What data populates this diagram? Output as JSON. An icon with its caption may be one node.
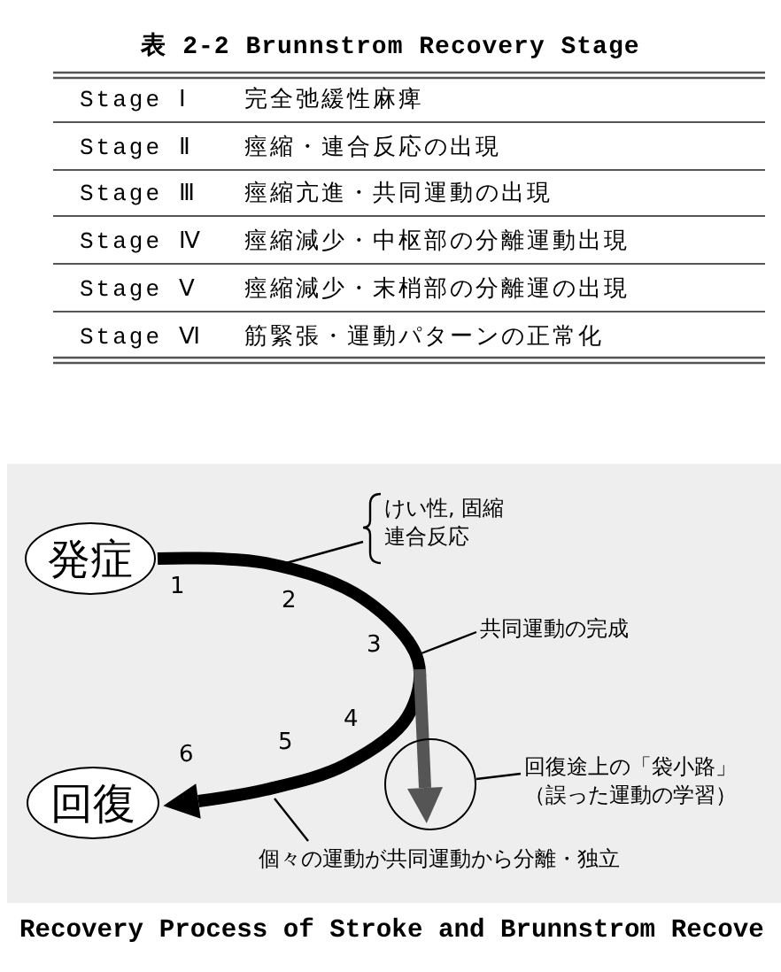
{
  "diagram": {
    "title": "表 2-2 Brunnstrom Recovery Stage",
    "caption": "Recovery Process of Stroke and Brunnstrom Recove",
    "nodes": [
      {
        "text": [
          "発症"
        ]
      },
      {
        "text": [
          "回復"
        ]
      },
      {
        "text": [],
        "shape": "circle"
      },
      {
        "text": [
          "けい性, 固縮",
          "連合反応"
        ]
      },
      {
        "text": [
          "共同運動の完成"
        ]
      },
      {
        "text": [
          "回復途上の「袋小路」（誤った運動の学習）"
        ]
      },
      {
        "text": [
          "個々の運動が共同運動から分離・独立"
        ]
      }
    ],
    "edges": [
      {
        "from": 0,
        "to": 1,
        "arrow": "to",
        "style": "thick"
      },
      {
        "from": null,
        "to": 2,
        "arrow": "to",
        "style": "thick",
        "color": "#555555"
      },
      {
        "from": 3,
        "to": null,
        "arrow": "none"
      },
      {
        "from": 4,
        "to": null,
        "arrow": "none"
      },
      {
        "from": 5,
        "to": 2,
        "arrow": "none"
      },
      {
        "from": 6,
        "to": null,
        "arrow": "none"
      }
    ],
    "labels": [
      "Stage Ⅰ",
      "完全弛緩性麻痺",
      "Stage Ⅱ",
      "痙縮・連合反応の出現",
      "Stage Ⅲ",
      "痙縮亢進・共同運動の出現",
      "Stage Ⅳ",
      "痙縮減少・中枢部の分離運動出現",
      "Stage Ⅴ",
      "痙縮減少・末梢部の分離運の出現",
      "Stage Ⅵ",
      "筋緊張・運動パターンの正常化",
      "1",
      "2",
      "3",
      "4",
      "5",
      "6"
    ]
  }
}
